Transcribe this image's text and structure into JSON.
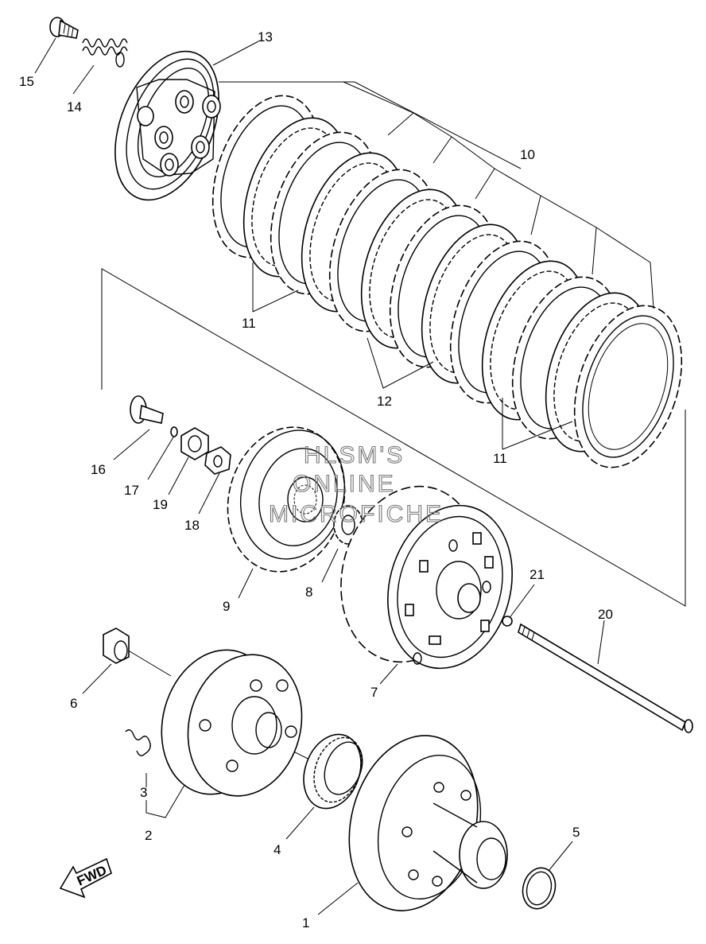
{
  "labels": {
    "p1": "1",
    "p2": "2",
    "p3": "3",
    "p4": "4",
    "p5": "5",
    "p6": "6",
    "p7": "7",
    "p8": "8",
    "p9": "9",
    "p10": "10",
    "p11a": "11",
    "p11b": "11",
    "p12": "12",
    "p13": "13",
    "p14": "14",
    "p15": "15",
    "p16": "16",
    "p17": "17",
    "p18": "18",
    "p19": "19",
    "p20": "20",
    "p21": "21"
  },
  "watermark": {
    "line1": "HLSM'S",
    "line2": "ONLINE",
    "line3": "MICROFICHE"
  },
  "badge": {
    "text": "FWD"
  }
}
